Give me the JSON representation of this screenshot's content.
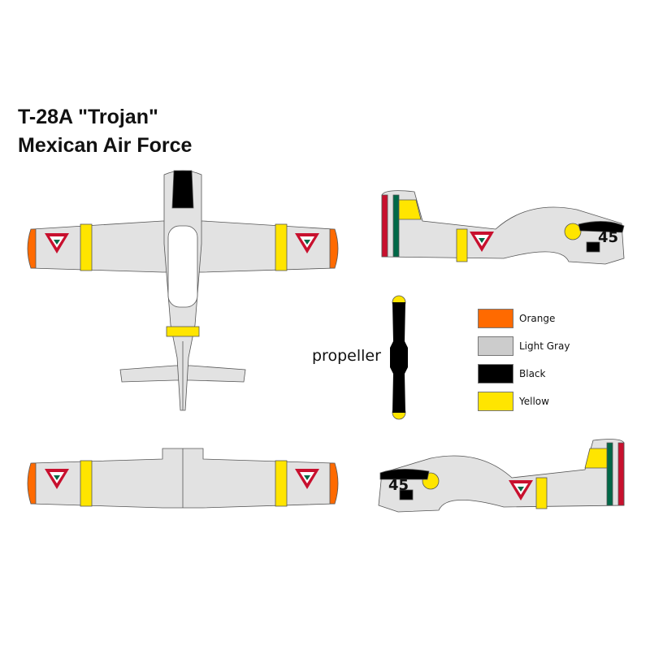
{
  "title": {
    "line1": "T-28A \"Trojan\"",
    "line2": "Mexican Air Force"
  },
  "propeller_label": "propeller",
  "side_number": "45",
  "legend": [
    {
      "label": "Orange",
      "color": "#ff6a00"
    },
    {
      "label": "Light Gray",
      "color": "#cccccc"
    },
    {
      "label": "Black",
      "color": "#000000"
    },
    {
      "label": "Yellow",
      "color": "#ffe500"
    }
  ],
  "colors": {
    "gray": "#e2e2e2",
    "red": "#c8102e",
    "green": "#006847",
    "white": "#ffffff"
  }
}
